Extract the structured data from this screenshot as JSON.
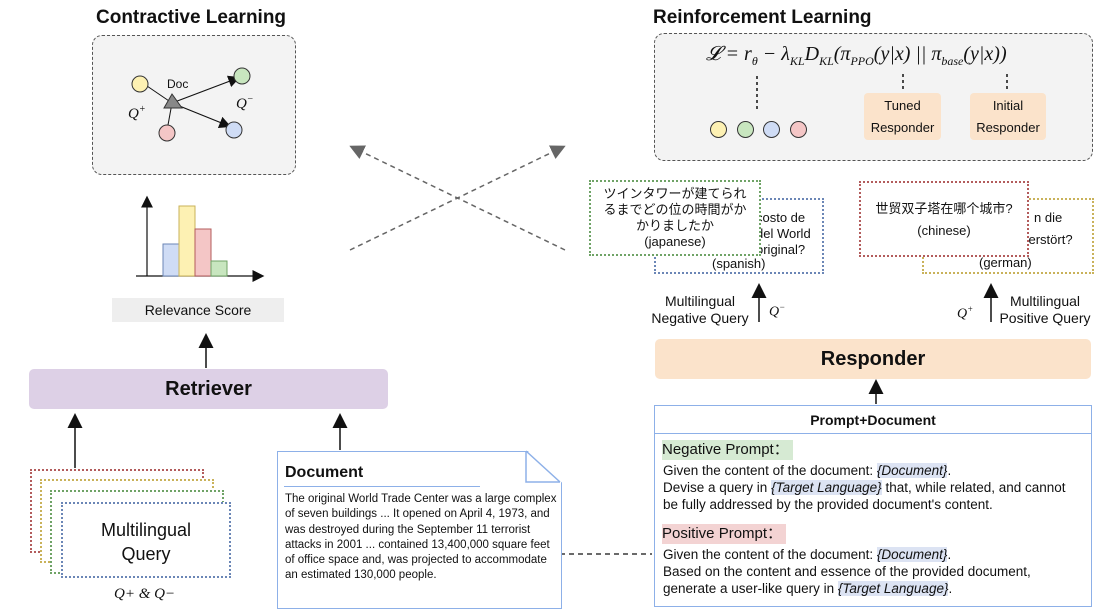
{
  "left": {
    "title": "Contractive Learning",
    "doc_label": "Doc",
    "q_plus": "Q",
    "q_plus_sup": "+",
    "q_minus": "Q",
    "q_minus_sup": "−",
    "relevance_score": "Relevance Score",
    "retriever": "Retriever",
    "query_line1": "Multilingual",
    "query_line2": "Query",
    "query_caption": "Q+ & Q−"
  },
  "document": {
    "title": "Document",
    "body": "The original World Trade Center was a large complex of seven buildings ... It opened on April 4, 1973, and was destroyed during the September 11 terrorist attacks in 2001 ... contained 13,400,000 square feet of office space and, was projected to accommodate an estimated 130,000 people."
  },
  "right": {
    "title": "Reinforcement Learning",
    "formula": "𝓛 = r_θ − λ_KL D_KL(π_PPO(y|x) || π_base(y|x))",
    "tuned_line1": "Tuned",
    "tuned_line2": "Responder",
    "initial_line1": "Initial",
    "initial_line2": "Responder",
    "spanish_partial": [
      "costo de",
      "del World",
      "original?"
    ],
    "spanish_tag": "(spanish)",
    "japanese_line1": "ツインタワーが建てられ",
    "japanese_line2": "るまでどの位の時間がか",
    "japanese_line3": "かりましたか",
    "japanese_tag": "(japanese)",
    "german_partial": [
      "n die",
      "zerstört?"
    ],
    "german_tag": "(german)",
    "chinese_text": "世贸双子塔在哪个城市?",
    "chinese_tag": "(chinese)",
    "neg_query_line1": "Multilingual",
    "neg_query_line2": "Negative Query",
    "pos_query_line1": "Multilingual",
    "pos_query_line2": "Positive Query",
    "q_minus": "Q",
    "q_minus_sup": "−",
    "q_plus": "Q",
    "q_plus_sup": "+",
    "responder": "Responder"
  },
  "prompt": {
    "title": "Prompt+Document",
    "neg_label": "Negative Prompt：",
    "neg_l1a": "Given the content of the document: ",
    "neg_l1b": "{Document}",
    "neg_l1c": ".",
    "neg_l2a": "Devise a query in ",
    "neg_l2b": "{Target Language}",
    "neg_l2c": " that, while related, and cannot",
    "neg_l3": "be fully addressed by the provided document's content.",
    "pos_label": "Positive Prompt：",
    "pos_l1a": "Given the content of the document: ",
    "pos_l1b": "{Document}",
    "pos_l1c": ".",
    "pos_l2": "Based on the content and essence of the provided document,",
    "pos_l3a": "generate a user-like query in ",
    "pos_l3b": "{Target Language}",
    "pos_l3c": "."
  },
  "colors": {
    "yellow": "#fdf1b3",
    "green": "#c8e6bf",
    "blue": "#cfdcf5",
    "red": "#f4c6c6",
    "orange": "#fbe3cb",
    "purple": "#ddd0e6",
    "neg_highlight": "#d6ead3",
    "pos_highlight": "#f3d3d3"
  }
}
